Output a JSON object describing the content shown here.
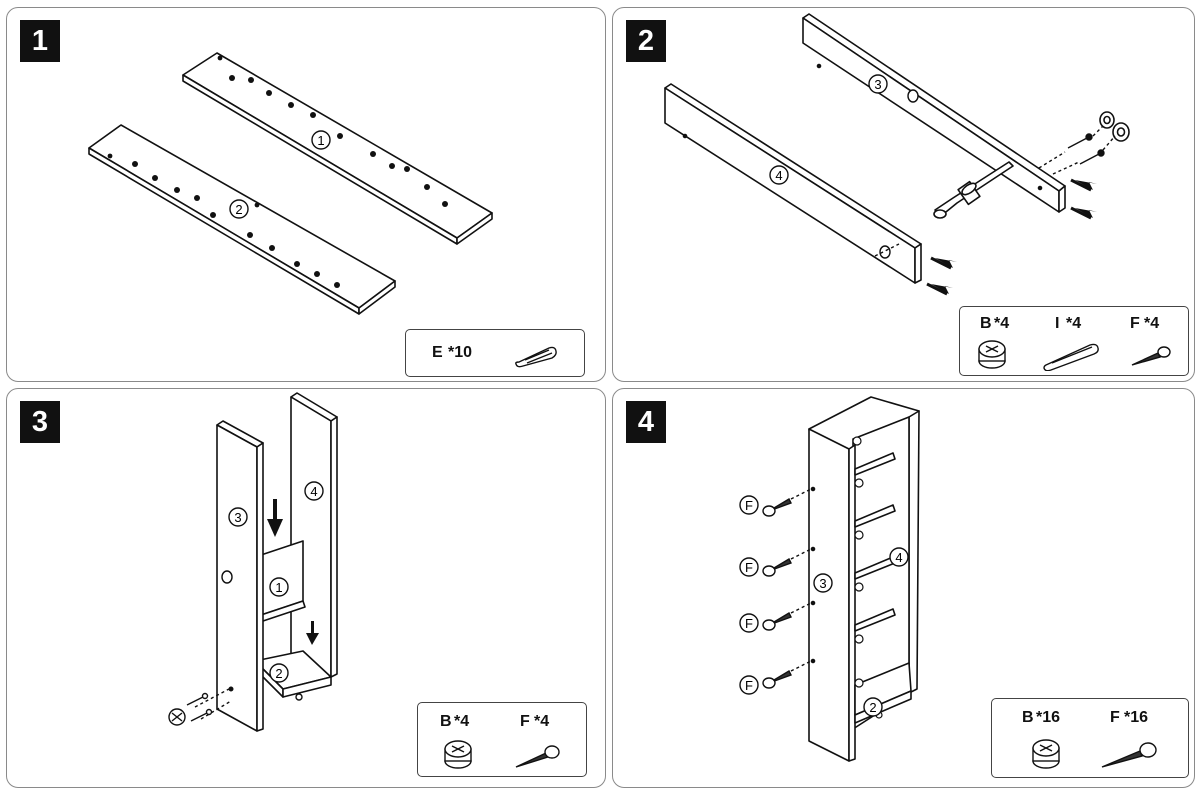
{
  "steps": [
    {
      "number": "1",
      "board_labels": [
        "1",
        "2"
      ],
      "parts": [
        {
          "code": "E",
          "qty": "*10",
          "icon": "dowel-icon"
        }
      ]
    },
    {
      "number": "2",
      "board_labels": [
        "3",
        "4"
      ],
      "parts": [
        {
          "code": "B",
          "qty": "*4",
          "icon": "cam-lock-icon"
        },
        {
          "code": "I",
          "qty": "*4",
          "icon": "cam-bolt-icon"
        },
        {
          "code": "F",
          "qty": "*4",
          "icon": "screw-icon"
        }
      ]
    },
    {
      "number": "3",
      "board_labels": [
        "3",
        "4",
        "1",
        "2"
      ],
      "parts": [
        {
          "code": "B",
          "qty": "*4",
          "icon": "cam-lock-icon"
        },
        {
          "code": "F",
          "qty": "*4",
          "icon": "screw-icon"
        }
      ]
    },
    {
      "number": "4",
      "board_labels": [
        "3",
        "4",
        "2"
      ],
      "screw_label": "F",
      "parts": [
        {
          "code": "B",
          "qty": "*16",
          "icon": "cam-lock-icon"
        },
        {
          "code": "F",
          "qty": "*16",
          "icon": "screw-icon"
        }
      ]
    }
  ],
  "colors": {
    "line": "#111111",
    "frame": "#8a8a8a",
    "badge": "#111111"
  }
}
